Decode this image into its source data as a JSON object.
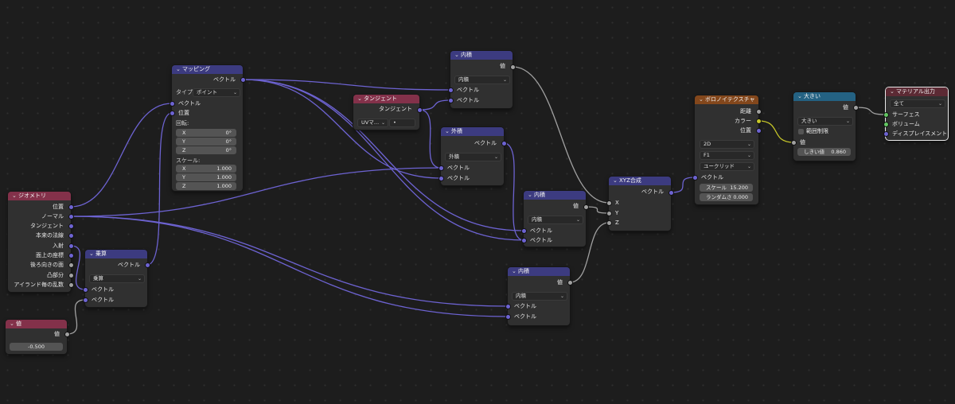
{
  "colors": {
    "background": "#1d1d1d",
    "node_body": "#303030",
    "header_vector": "#3c3b80",
    "header_input": "#83314a",
    "header_texture": "#83471c",
    "header_color": "#246283",
    "header_output": "#5c2a34",
    "socket_vector": "#6d63d2",
    "socket_float": "#a1a1a1",
    "socket_color": "#c7c729",
    "socket_shader": "#63c763",
    "wire_vector": "#6d63d2",
    "wire_float": "#a1a1a1",
    "wire_color": "#c7c729"
  },
  "icons": {
    "collapse": "chevron-down-icon"
  },
  "nodes": {
    "geometry": {
      "title": "ジオメトリ",
      "outputs": [
        "位置",
        "ノーマル",
        "タンジェント",
        "本来の法線",
        "入射",
        "面上の座標",
        "後ろ向きの面",
        "凸部分",
        "アイランド毎の乱数"
      ]
    },
    "value": {
      "title": "値",
      "output": "値",
      "field": "-0.500"
    },
    "multiply": {
      "title": "乗算",
      "output": "ベクトル",
      "operation": "乗算",
      "inputs": [
        "ベクトル",
        "ベクトル"
      ]
    },
    "mapping": {
      "title": "マッピング",
      "output": "ベクトル",
      "type_label": "タイプ:",
      "type_value": "ポイント",
      "vector_input": "ベクトル",
      "location": "位置",
      "rotation_label": "回転:",
      "rotation": [
        {
          "axis": "X",
          "value": "0°"
        },
        {
          "axis": "Y",
          "value": "0°"
        },
        {
          "axis": "Z",
          "value": "0°"
        }
      ],
      "scale_label": "スケール:",
      "scale": [
        {
          "axis": "X",
          "value": "1.000"
        },
        {
          "axis": "Y",
          "value": "1.000"
        },
        {
          "axis": "Z",
          "value": "1.000"
        }
      ]
    },
    "tangent": {
      "title": "タンジェント",
      "output": "タンジェント",
      "mode": "UVマ…",
      "uv_map": "•"
    },
    "dot_top": {
      "title": "内積",
      "output": "値",
      "operation": "内積",
      "inputs": [
        "ベクトル",
        "ベクトル"
      ]
    },
    "cross": {
      "title": "外積",
      "output": "ベクトル",
      "operation": "外積",
      "inputs": [
        "ベクトル",
        "ベクトル"
      ]
    },
    "dot_mid": {
      "title": "内積",
      "output": "値",
      "operation": "内積",
      "inputs": [
        "ベクトル",
        "ベクトル"
      ]
    },
    "dot_bot": {
      "title": "内積",
      "output": "値",
      "operation": "内積",
      "inputs": [
        "ベクトル",
        "ベクトル"
      ]
    },
    "combine": {
      "title": "XYZ合成",
      "output": "ベクトル",
      "inputs": [
        "X",
        "Y",
        "Z"
      ]
    },
    "voronoi": {
      "title": "ボロノイテクスチャ",
      "outputs": [
        "距離",
        "カラー",
        "位置"
      ],
      "dimension": "2D",
      "feature": "F1",
      "metric": "ユークリッド",
      "vector_input": "ベクトル",
      "scale_label": "スケール",
      "scale_value": "15.200",
      "random_label": "ランダムさ",
      "random_value": "0.000"
    },
    "greater": {
      "title": "大きい",
      "output": "値",
      "operation": "大きい",
      "clamp_label": "範囲制限",
      "input": "値",
      "threshold_label": "しきい値",
      "threshold_value": "0.860"
    },
    "output": {
      "title": "マテリアル出力",
      "target": "全て",
      "inputs": [
        "サーフェス",
        "ボリューム",
        "ディスプレイスメント"
      ]
    }
  }
}
